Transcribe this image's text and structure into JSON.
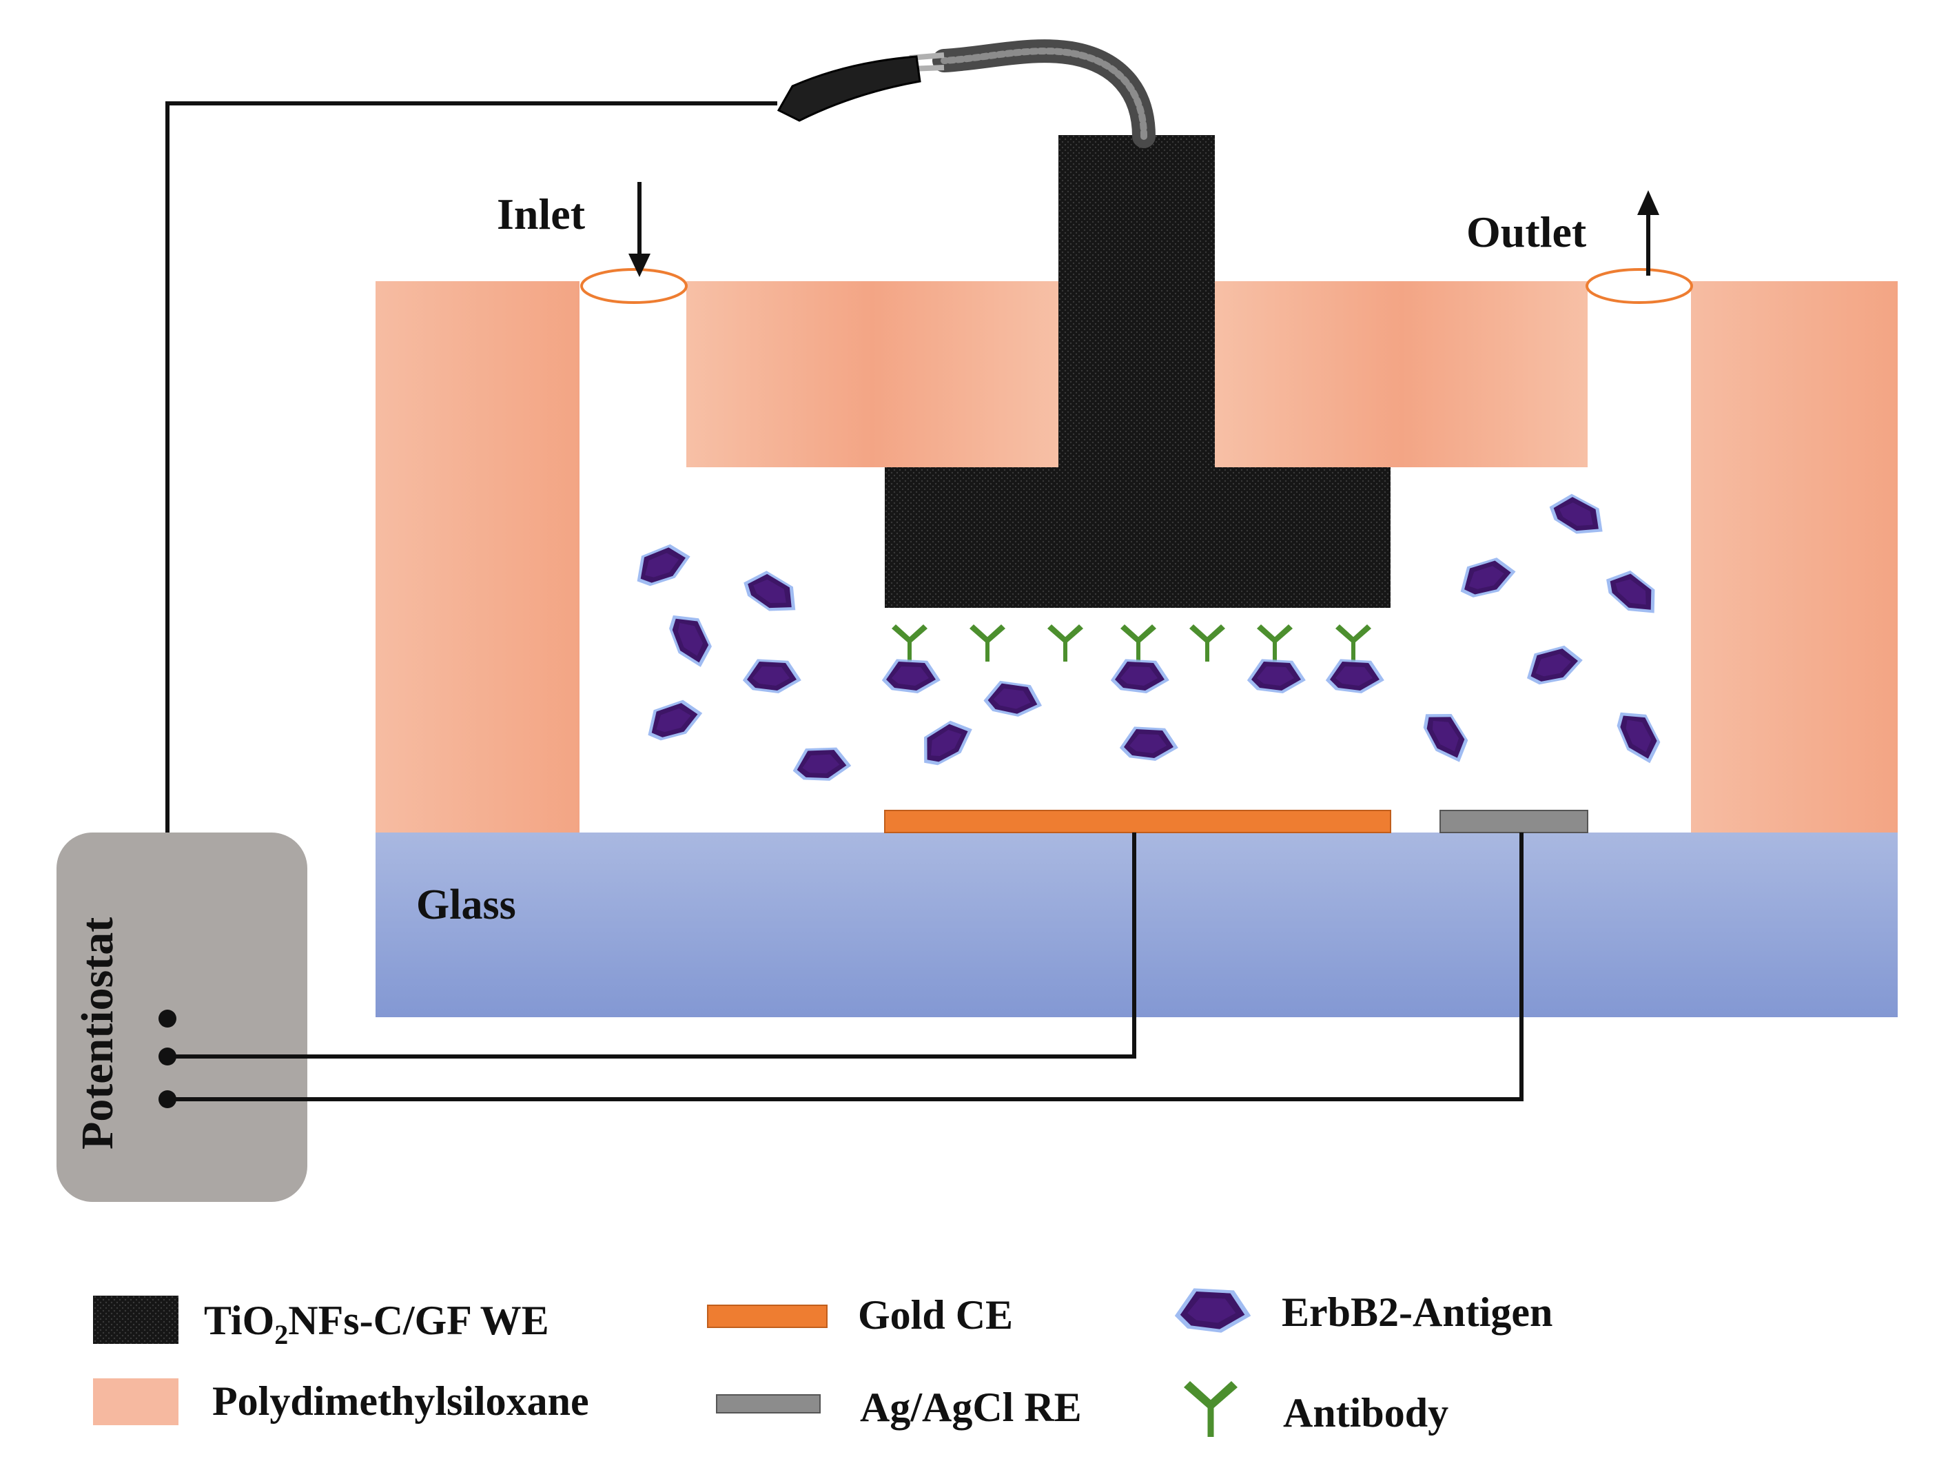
{
  "labels": {
    "inlet": "Inlet",
    "outlet": "Outlet",
    "glass": "Glass",
    "potentiostat": "Potentiostat"
  },
  "legend": {
    "we": {
      "prefix": "TiO",
      "sub": "2",
      "suffix": "NFs-C/GF WE"
    },
    "pdms": "Polydimethylsiloxane",
    "gold": "Gold CE",
    "agcl": "Ag/AgCl RE",
    "antigen": "ErbB2-Antigen",
    "antibody": "Antibody"
  },
  "colors": {
    "pdms": "#f4a888",
    "pdms_light": "#f7c3ab",
    "glass_top": "#a7b7e0",
    "glass_bottom": "#8499d4",
    "electrode_black": "#111111",
    "gold": "#ee7d31",
    "agcl": "#8c8c8c",
    "antigen_fill": "#3d1566",
    "antigen_glow": "#8fb0f0",
    "antibody": "#4c8f2e",
    "potentiostat_box": "#aba7a4",
    "wire": "#111111",
    "port": "#ee7d31"
  }
}
